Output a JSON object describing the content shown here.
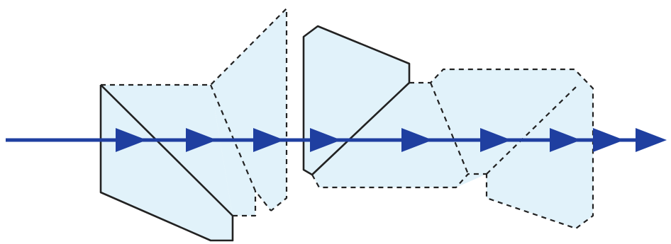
{
  "colors": {
    "prism_fill": "#e1f2fa",
    "prism_edge": "#222222",
    "beam": "#1f3fa0",
    "background": "#ffffff"
  },
  "diagram": {
    "prism_groups": 2,
    "arrowheads": 9,
    "beam_direction": "left-to-right"
  }
}
